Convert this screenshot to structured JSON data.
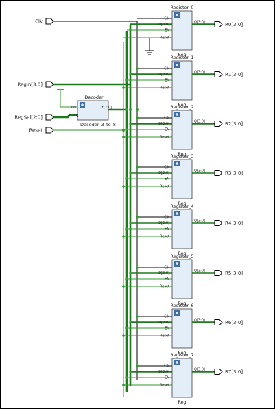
{
  "inputs": {
    "clk": "Clk",
    "regin": "RegIn[3:0]",
    "regsel": "RegSel[2:0]",
    "reset": "Reset"
  },
  "decoder": {
    "instance": "Decoder",
    "module": "Decoder_3_to_8",
    "pin_en": "EN",
    "pin_i": "I[2:0]",
    "pin_y": "Y[7:0]"
  },
  "register_pins": {
    "clk": "Clk",
    "d": "D[3:0]",
    "en": "EN",
    "reset": "Reset",
    "q": "Q[3:0]",
    "module": "Reg"
  },
  "registers": [
    {
      "name": "Register_0",
      "output": "R0[3:0]"
    },
    {
      "name": "Register_1",
      "output": "R1[3:0]"
    },
    {
      "name": "Register_2",
      "output": "R2[3:0]"
    },
    {
      "name": "Register_3",
      "output": "R3[3:0]"
    },
    {
      "name": "Register_4",
      "output": "R4[3:0]"
    },
    {
      "name": "Register_5",
      "output": "R5[3:0]"
    },
    {
      "name": "Register_6",
      "output": "R6[3:0]"
    },
    {
      "name": "Register_7",
      "output": "R7[3:0]"
    }
  ]
}
